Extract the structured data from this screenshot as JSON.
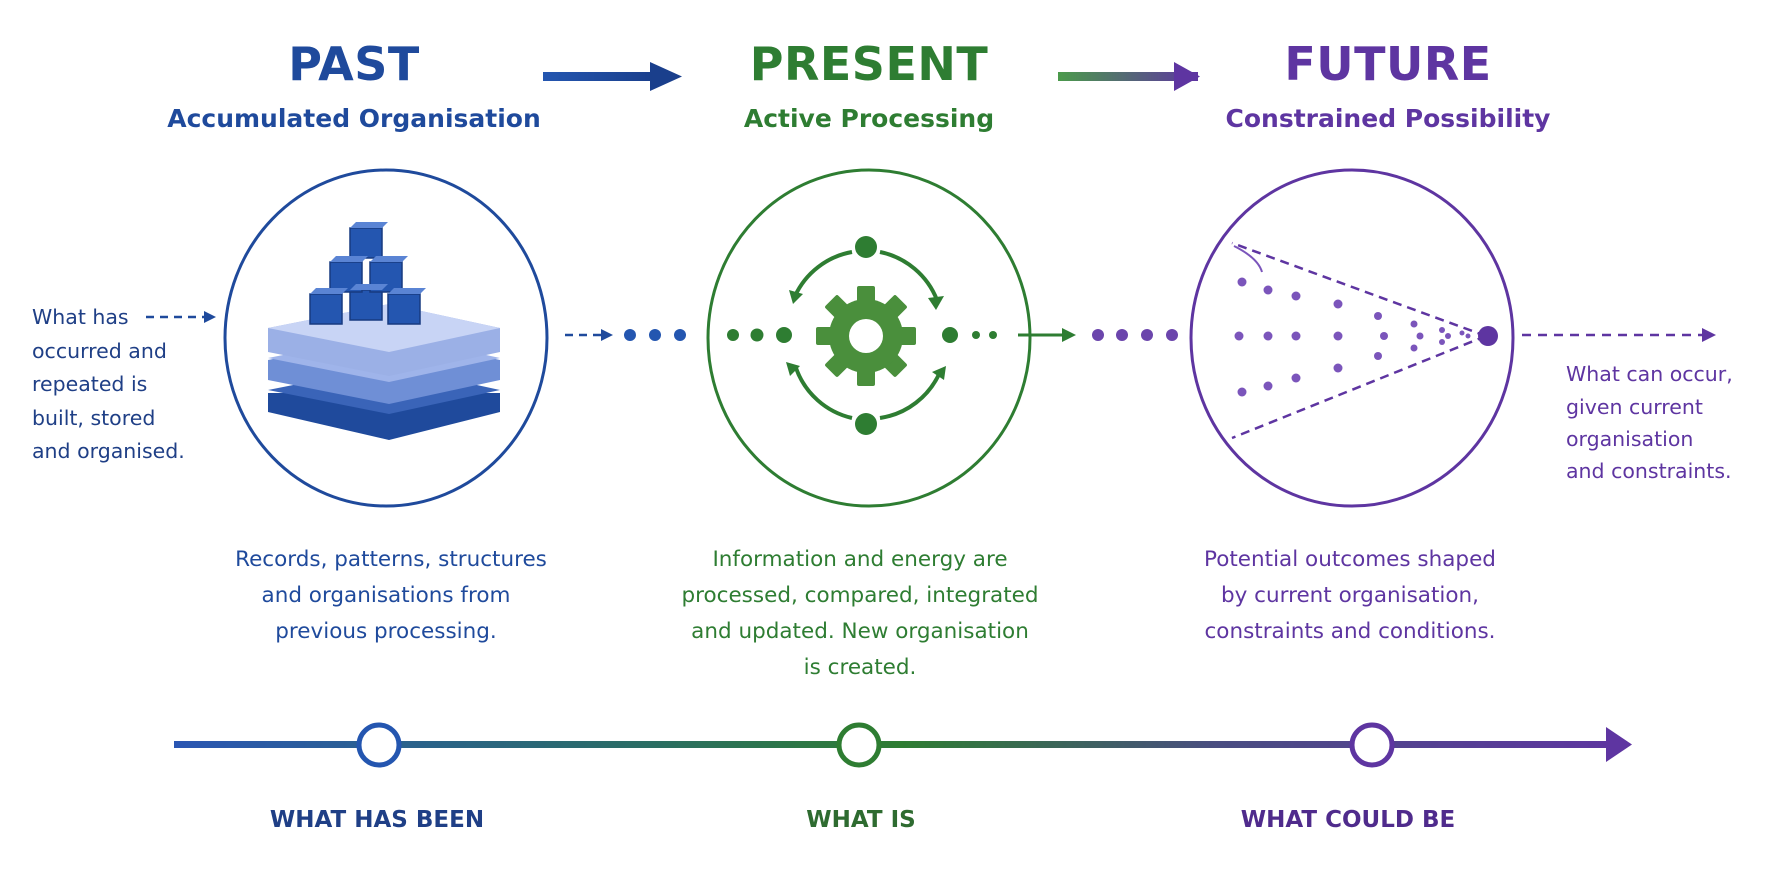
{
  "colors": {
    "past": "#1f4a9c",
    "present": "#2e7d32",
    "future": "#5e35a1"
  },
  "past": {
    "title": "PAST",
    "subtitle": "Accumulated Organisation",
    "desc": [
      "Records, patterns, structures",
      "and organisations from",
      "previous processing."
    ],
    "timeline_label": "WHAT HAS BEEN",
    "icon": "stacked-layers-and-cubes-icon"
  },
  "present": {
    "title": "PRESENT",
    "subtitle": "Active Processing",
    "desc": [
      "Information and energy are",
      "processed, compared, integrated",
      "and updated. New organisation",
      "is created."
    ],
    "timeline_label": "WHAT IS",
    "icon": "gear-with-cycle-arrows-icon"
  },
  "future": {
    "title": "FUTURE",
    "subtitle": "Constrained Possibility",
    "desc": [
      "Potential outcomes shaped",
      "by current organisation,",
      "constraints and conditions."
    ],
    "timeline_label": "WHAT COULD BE",
    "icon": "possibility-cone-icon"
  },
  "left_note": [
    "What has",
    "occurred and",
    "repeated is",
    "built, stored",
    "and organised."
  ],
  "right_note": [
    "What can occur,",
    "given current",
    "organisation",
    "and constraints."
  ]
}
